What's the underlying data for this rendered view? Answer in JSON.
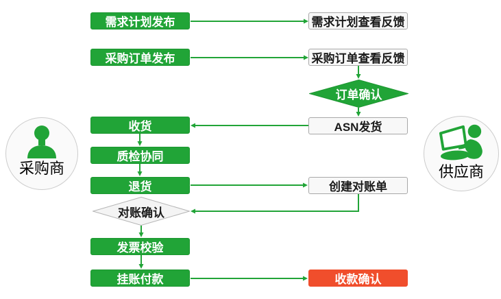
{
  "actors": {
    "buyer": {
      "label": "采购商",
      "icon": "person-icon"
    },
    "supplier": {
      "label": "供应商",
      "icon": "person-laptop-icon"
    }
  },
  "nodes": {
    "demand_plan_publish": {
      "label": "需求计划发布",
      "type": "process-green"
    },
    "purchase_order_publish": {
      "label": "采购订单发布",
      "type": "process-green"
    },
    "receive_goods": {
      "label": "收货",
      "type": "process-green"
    },
    "quality_check": {
      "label": "质检协同",
      "type": "process-green"
    },
    "return_goods": {
      "label": "退货",
      "type": "process-green"
    },
    "reconciliation_confirm": {
      "label": "对账确认",
      "type": "decision-gray"
    },
    "invoice_verify": {
      "label": "发票校验",
      "type": "process-green"
    },
    "payment": {
      "label": "挂账付款",
      "type": "process-green"
    },
    "demand_plan_feedback": {
      "label": "需求计划查看反馈",
      "type": "process-white"
    },
    "purchase_order_feedback": {
      "label": "采购订单查看反馈",
      "type": "process-white"
    },
    "order_confirm": {
      "label": "订单确认",
      "type": "decision-green"
    },
    "asn_delivery": {
      "label": "ASN发货",
      "type": "process-white"
    },
    "create_statement": {
      "label": "创建对账单",
      "type": "process-white"
    },
    "receipt_confirm": {
      "label": "收款确认",
      "type": "process-red"
    }
  },
  "colors": {
    "green": "#21a437",
    "green_border": "#1c9630",
    "red": "#f04e2c",
    "white_fill": "#f8f8f8",
    "white_border": "#a8a8a8",
    "gray_fill": "#f4f4f4",
    "gray_border": "#b5b5b5",
    "circle_fill": "#fafafa",
    "circle_border": "#cccccc"
  }
}
